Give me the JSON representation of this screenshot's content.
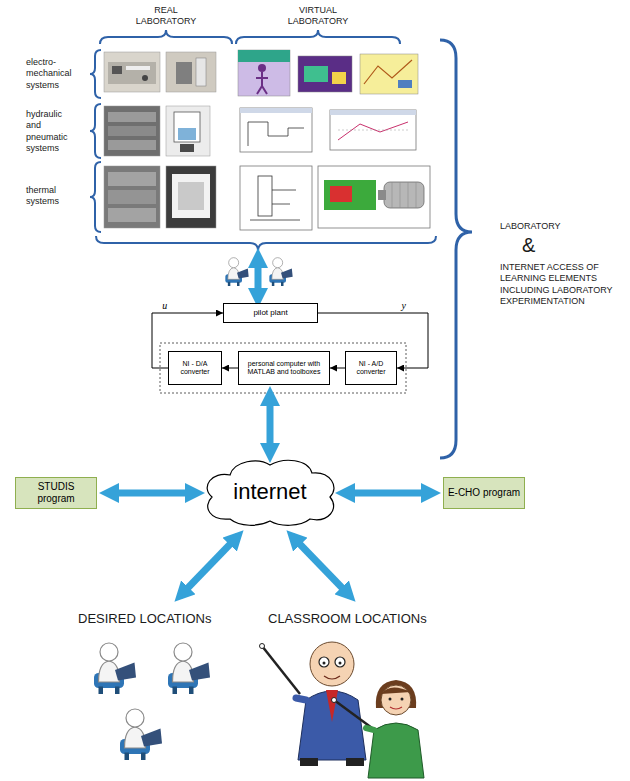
{
  "diagram": {
    "nodes": [
      {
        "text": [
          "pilot plant"
        ]
      },
      {
        "text": [
          "NI - D/A converter"
        ]
      },
      {
        "text": [
          "personal computer with MATLAB and toolboxes"
        ]
      },
      {
        "text": [
          "NI - A/D converter"
        ]
      },
      {
        "text": [
          "STUDIS program"
        ]
      },
      {
        "text": [
          "internet"
        ]
      },
      {
        "text": [
          "E-CHO program"
        ]
      }
    ],
    "edges": [
      {
        "from": 0,
        "to": 3,
        "label": "y",
        "arrow": "to"
      },
      {
        "from": 3,
        "to": 2,
        "arrow": "to"
      },
      {
        "from": 2,
        "to": 1,
        "arrow": "to"
      },
      {
        "from": 1,
        "to": 0,
        "label": "u",
        "arrow": "to"
      },
      {
        "from": 2,
        "to": 5,
        "arrow": "both"
      },
      {
        "from": 4,
        "to": 5,
        "arrow": "both"
      },
      {
        "from": 5,
        "to": 6,
        "arrow": "both"
      }
    ],
    "labels": [
      "REAL LABORATORY",
      "VIRTUAL LABORATORY",
      "electro-mechanical systems",
      "hydraulic and pneumatic systems",
      "thermal systems",
      "LABORATORY",
      "&",
      "INTERNET ACCESS OF LEARNING ELEMENTS INCLUDING LABORATORY EXPERIMENTATION",
      "DESIRED LOCATIONs",
      "CLASSROOM LOCATIONs"
    ]
  }
}
